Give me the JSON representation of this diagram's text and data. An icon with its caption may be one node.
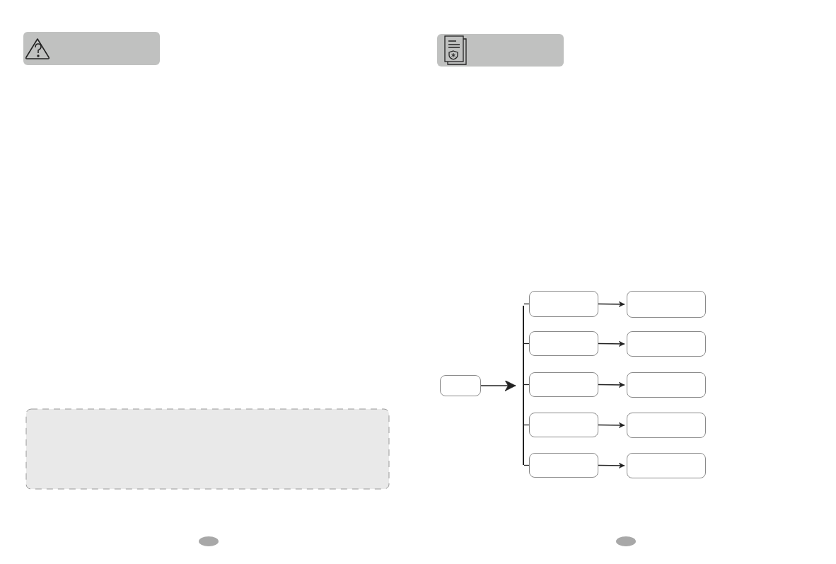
{
  "diagram": {
    "nodes": [
      {
        "text": [],
        "shape": "box"
      },
      {
        "text": [],
        "shape": "bar"
      },
      {
        "text": [],
        "shape": "box"
      },
      {
        "text": [],
        "shape": "box"
      },
      {
        "text": [],
        "shape": "box"
      },
      {
        "text": [],
        "shape": "box"
      },
      {
        "text": [],
        "shape": "box"
      },
      {
        "text": [],
        "shape": "box"
      },
      {
        "text": [],
        "shape": "box"
      },
      {
        "text": [],
        "shape": "box"
      },
      {
        "text": [],
        "shape": "box"
      },
      {
        "text": [],
        "shape": "box"
      }
    ],
    "edges": [
      {
        "from": 0,
        "to": 1,
        "arrow": "to"
      },
      {
        "from": 1,
        "to": 2,
        "arrow": "none"
      },
      {
        "from": 1,
        "to": 3,
        "arrow": "none"
      },
      {
        "from": 1,
        "to": 4,
        "arrow": "none"
      },
      {
        "from": 1,
        "to": 5,
        "arrow": "none"
      },
      {
        "from": 1,
        "to": 6,
        "arrow": "none"
      },
      {
        "from": 2,
        "to": 7,
        "arrow": "to"
      },
      {
        "from": 3,
        "to": 8,
        "arrow": "to"
      },
      {
        "from": 4,
        "to": 9,
        "arrow": "to"
      },
      {
        "from": 5,
        "to": 10,
        "arrow": "to"
      },
      {
        "from": 6,
        "to": 11,
        "arrow": "to"
      }
    ]
  }
}
